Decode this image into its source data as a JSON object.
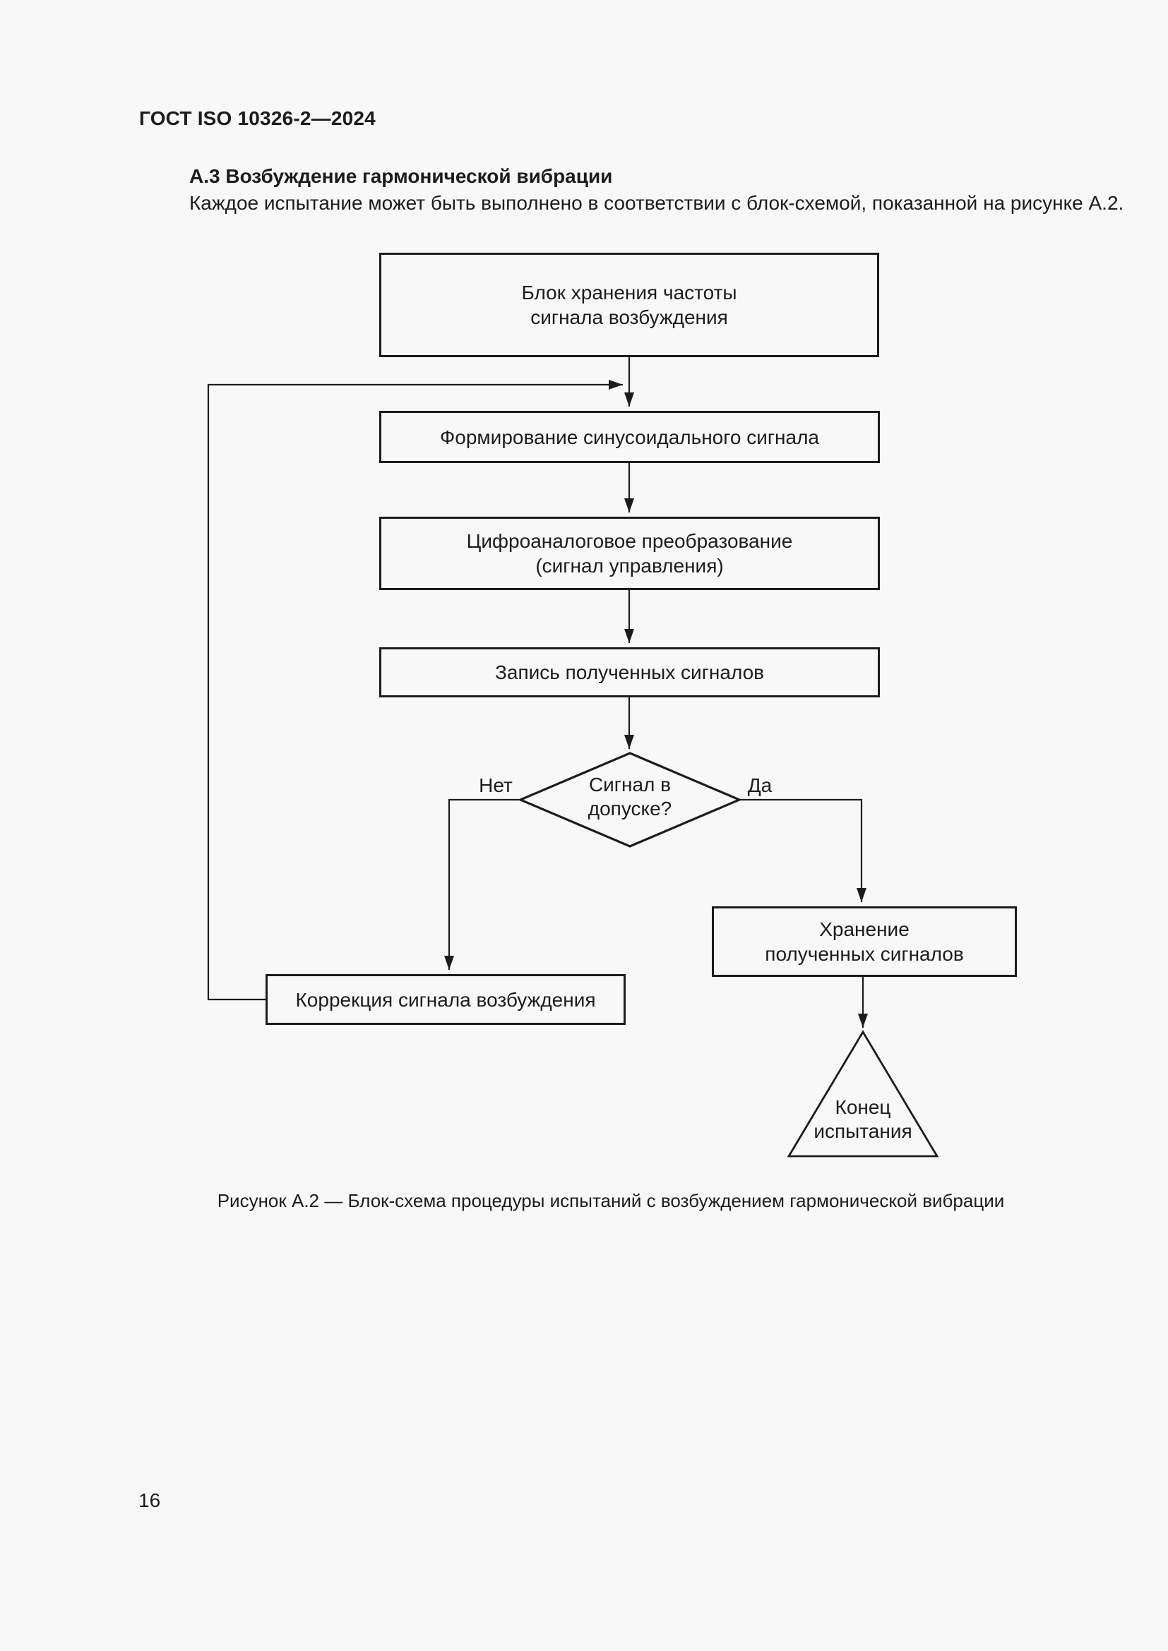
{
  "page": {
    "header": "ГОСТ ISO 10326-2—2024",
    "section_heading": "А.3 Возбуждение гармонической вибрации",
    "body_text": "Каждое испытание может быть выполнено в соответствии с блок-схемой, показанной на рисунке А.2.",
    "figure_caption": "Рисунок А.2 — Блок-схема процедуры испытаний с возбуждением гармонической вибрации",
    "page_number": "16"
  },
  "flowchart": {
    "nodes": {
      "store_frequency": {
        "line1": "Блок хранения частоты",
        "line2": "сигнала возбуждения"
      },
      "generate_sine": {
        "label": "Формирование синусоидального сигнала"
      },
      "dac": {
        "line1": "Цифроаналоговое преобразование",
        "line2": "(сигнал управления)"
      },
      "record": {
        "label": "Запись полученных сигналов"
      },
      "decision": {
        "line1": "Сигнал в",
        "line2": "допуске?"
      },
      "store_signals": {
        "line1": "Хранение",
        "line2": "полученных сигналов"
      },
      "correction": {
        "label": "Коррекция сигнала возбуждения"
      },
      "end_test": {
        "line1": "Конец",
        "line2": "испытания"
      }
    },
    "branch_labels": {
      "no": "Нет",
      "yes": "Да"
    },
    "colors": {
      "ink": "#1c1c1c",
      "paper": "#f8f8f8"
    }
  }
}
